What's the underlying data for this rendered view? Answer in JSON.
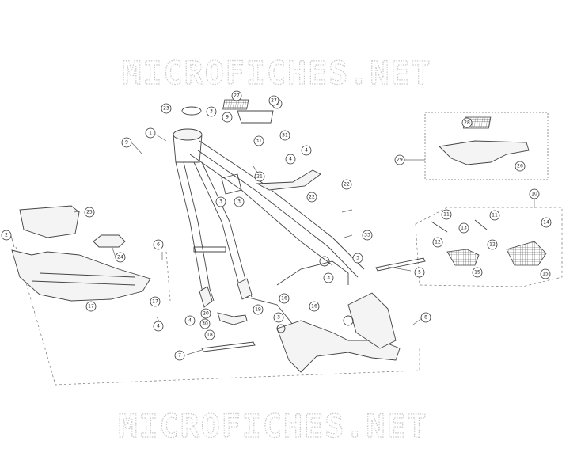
{
  "watermark": {
    "top": "MICROFICHES.NET",
    "bottom": "MICROFICHES.NET"
  },
  "callouts": [
    {
      "label": "1"
    },
    {
      "label": "2"
    },
    {
      "label": "3"
    },
    {
      "label": "3"
    },
    {
      "label": "3"
    },
    {
      "label": "3"
    },
    {
      "label": "3"
    },
    {
      "label": "3"
    },
    {
      "label": "3"
    },
    {
      "label": "4"
    },
    {
      "label": "4"
    },
    {
      "label": "4"
    },
    {
      "label": "4"
    },
    {
      "label": "5"
    },
    {
      "label": "6"
    },
    {
      "label": "7"
    },
    {
      "label": "8"
    },
    {
      "label": "9"
    },
    {
      "label": "9"
    },
    {
      "label": "10"
    },
    {
      "label": "11"
    },
    {
      "label": "11"
    },
    {
      "label": "12"
    },
    {
      "label": "12"
    },
    {
      "label": "13"
    },
    {
      "label": "14"
    },
    {
      "label": "15"
    },
    {
      "label": "15"
    },
    {
      "label": "16"
    },
    {
      "label": "16"
    },
    {
      "label": "17"
    },
    {
      "label": "17"
    },
    {
      "label": "18"
    },
    {
      "label": "19"
    },
    {
      "label": "20"
    },
    {
      "label": "21"
    },
    {
      "label": "22"
    },
    {
      "label": "22"
    },
    {
      "label": "23"
    },
    {
      "label": "24"
    },
    {
      "label": "25"
    },
    {
      "label": "26"
    },
    {
      "label": "27"
    },
    {
      "label": "27"
    },
    {
      "label": "28"
    },
    {
      "label": "29"
    },
    {
      "label": "30"
    },
    {
      "label": "31"
    },
    {
      "label": "31"
    },
    {
      "label": "33"
    }
  ]
}
